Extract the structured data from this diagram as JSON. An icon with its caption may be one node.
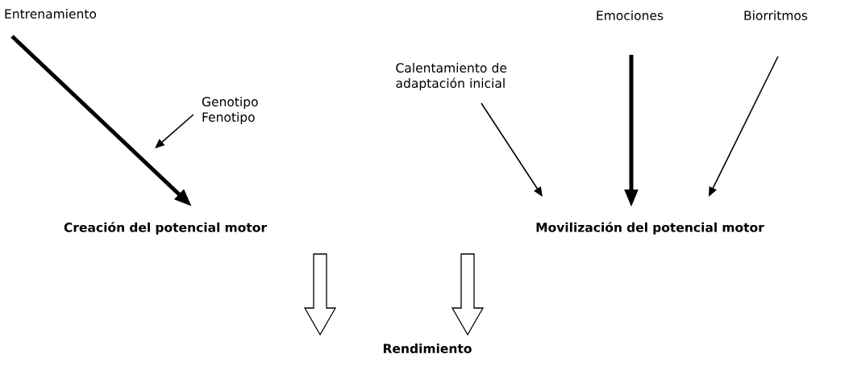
{
  "diagram": {
    "nodes": [
      {
        "text": [
          "Entrenamiento"
        ]
      },
      {
        "text": [
          "Genotipo Fenotipo"
        ]
      },
      {
        "text": [
          "Creación del potencial motor"
        ]
      },
      {
        "text": [
          "Calentamiento de adaptación inicial"
        ]
      },
      {
        "text": [
          "Emociones"
        ]
      },
      {
        "text": [
          "Biorritmos"
        ]
      },
      {
        "text": [
          "Movilización del potencial motor"
        ]
      },
      {
        "text": [
          "Rendimiento"
        ]
      }
    ],
    "edges": [
      {
        "from": 0,
        "to": 2,
        "arrow": "to",
        "style": "thick"
      },
      {
        "from": 1,
        "to": null,
        "arrow": "to"
      },
      {
        "from": 3,
        "to": 6,
        "arrow": "to"
      },
      {
        "from": 4,
        "to": 6,
        "arrow": "to",
        "style": "thick"
      },
      {
        "from": 5,
        "to": 6,
        "arrow": "to"
      },
      {
        "from": 2,
        "to": 7,
        "arrow": "to"
      },
      {
        "from": 6,
        "to": 7,
        "arrow": "to"
      }
    ]
  }
}
